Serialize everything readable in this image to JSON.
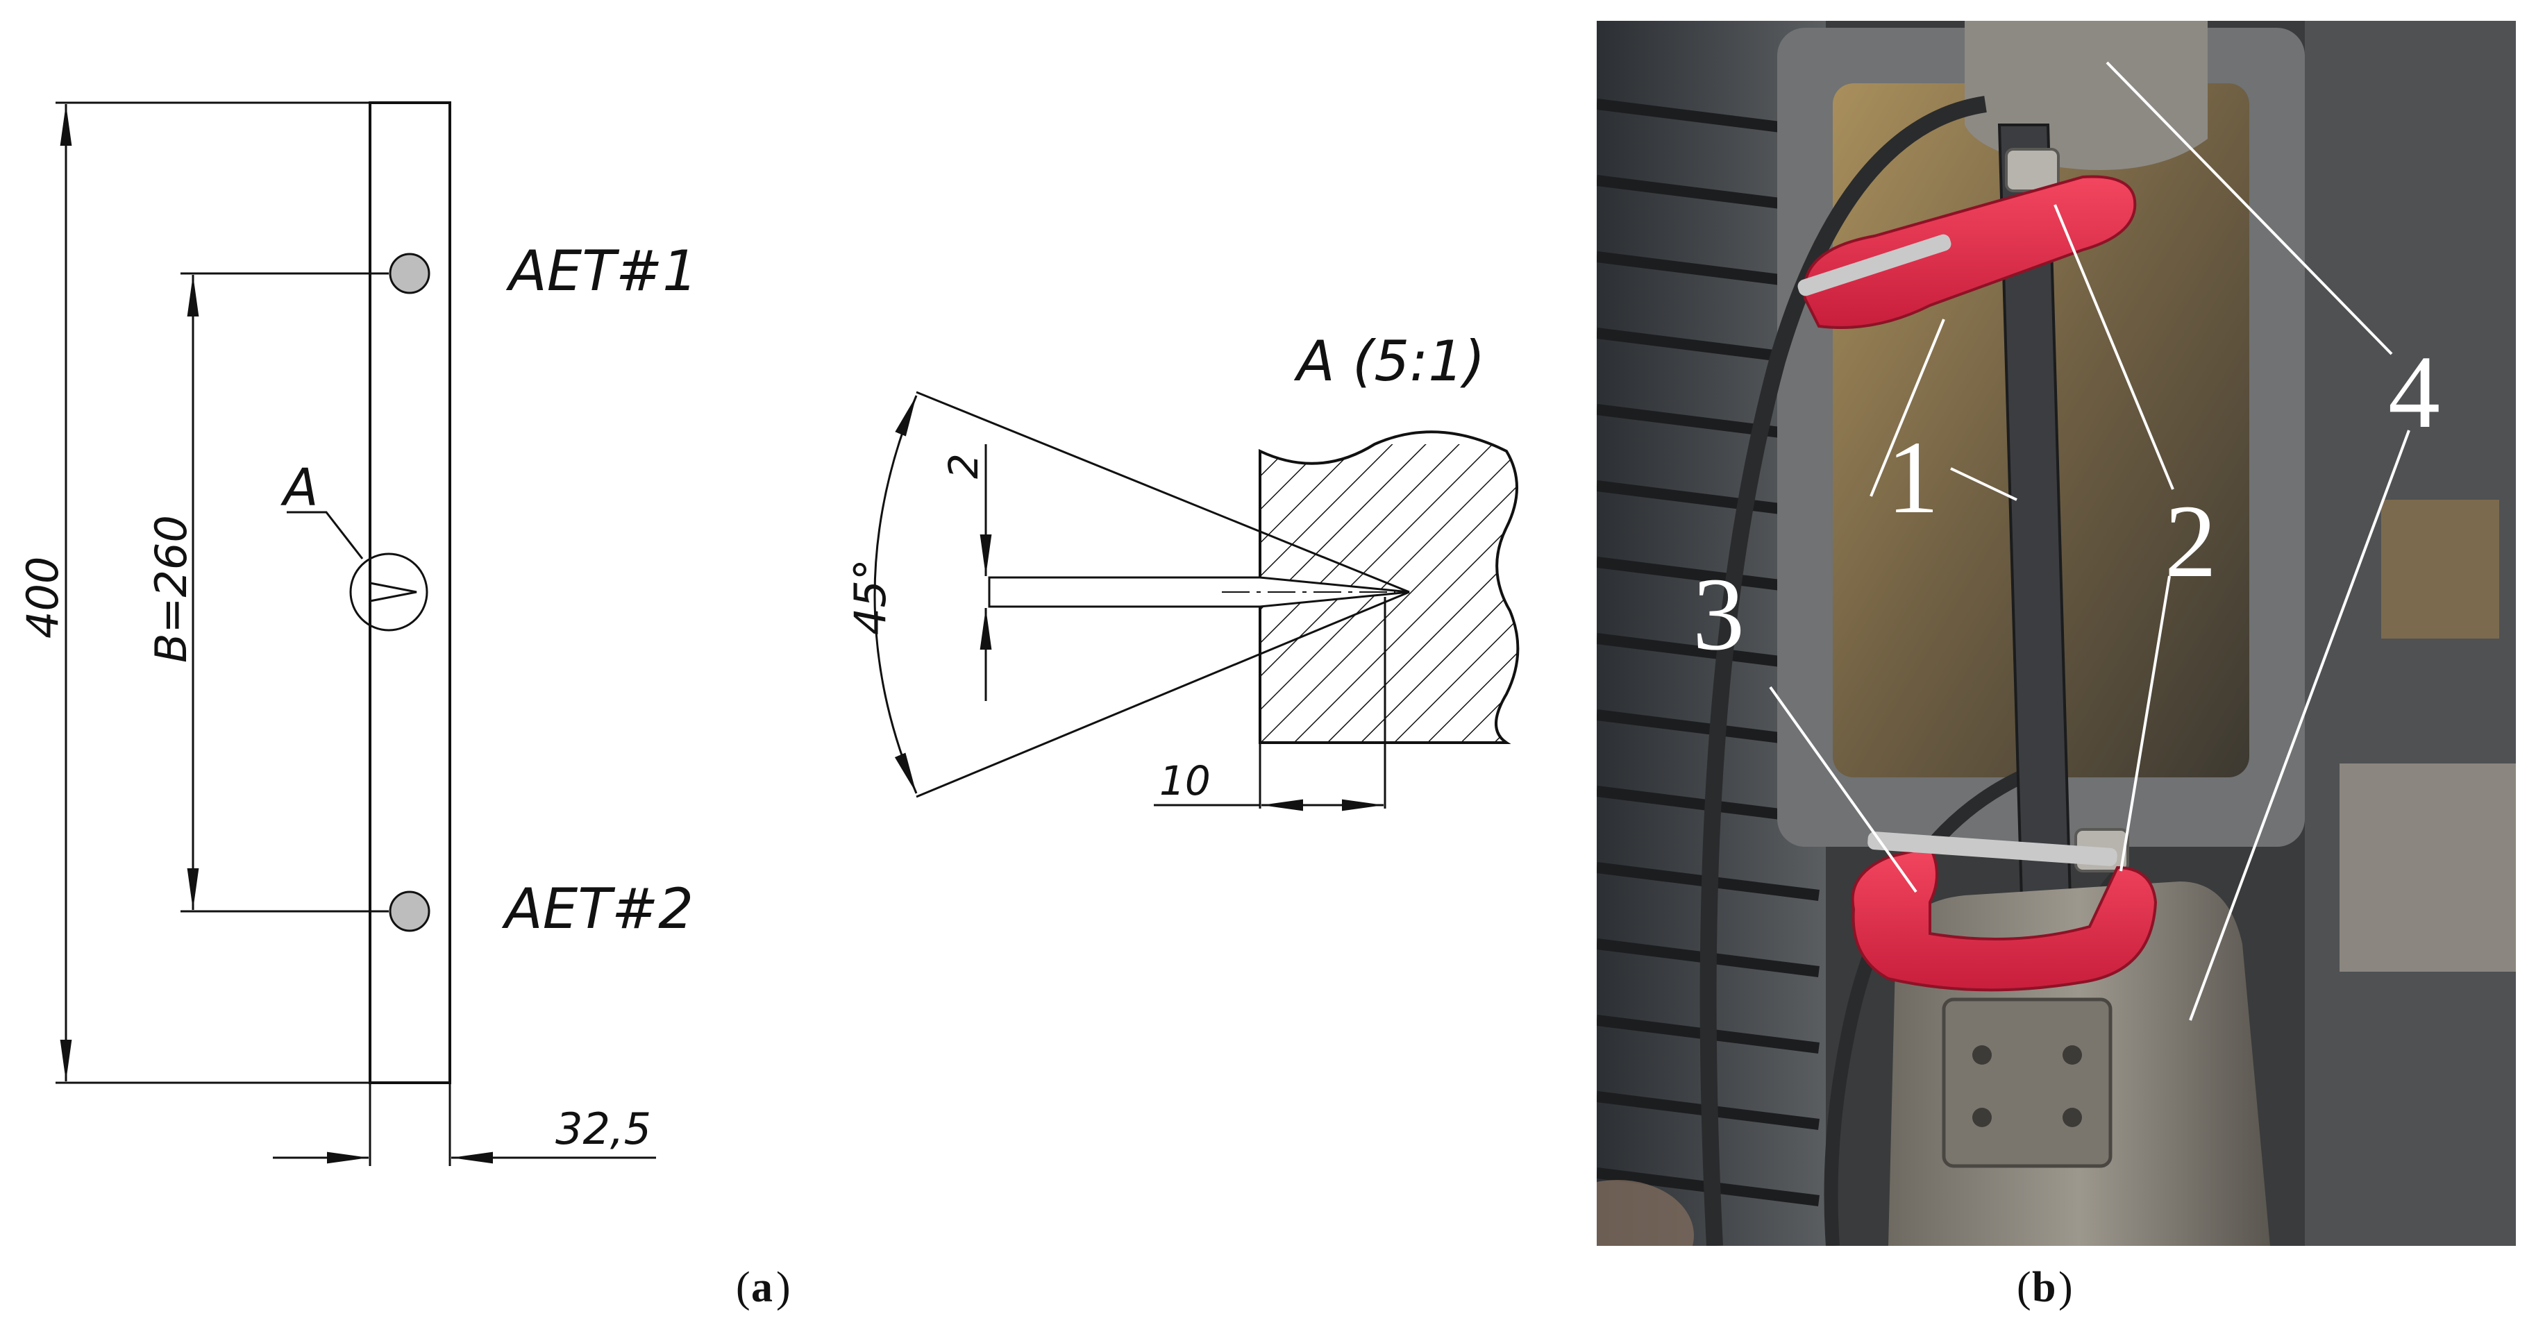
{
  "panel_a": {
    "specimen": {
      "length_label": "400",
      "width_label": "32,5",
      "sensor_spacing_label": "B=260",
      "notch_marker": "A",
      "sensor_1": "AET#1",
      "sensor_2": "AET#2"
    },
    "detail": {
      "title": "A (5:1)",
      "angle_label": "45°",
      "notch_width_label": "2",
      "notch_depth_label": "10"
    },
    "caption_letter": "a"
  },
  "panel_b": {
    "callouts": [
      "1",
      "2",
      "3",
      "4"
    ],
    "caption_letter": "b"
  }
}
